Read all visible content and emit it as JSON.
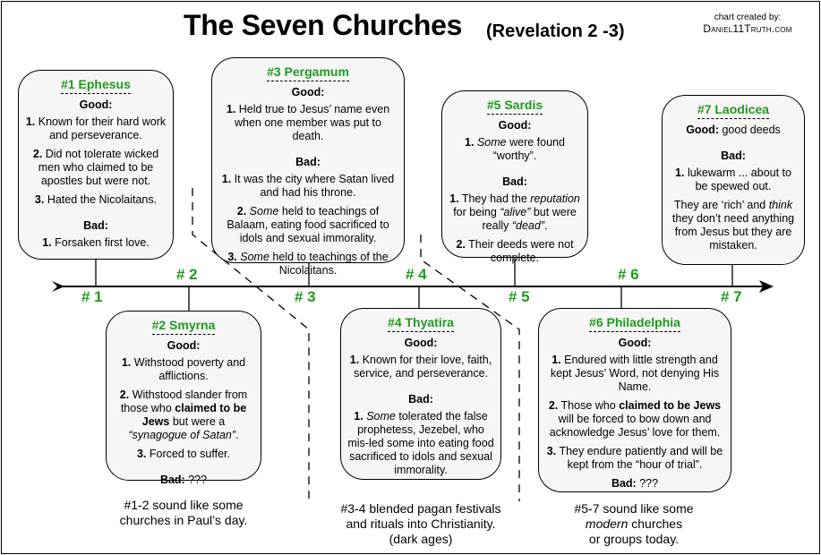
{
  "header": {
    "title": "The Seven Churches",
    "subtitle": "(Revelation 2 -3)",
    "credit_line1": "chart created by:",
    "credit_line2": "Daniel11Truth.com"
  },
  "timeline_numbers": [
    "# 1",
    "# 2",
    "# 3",
    "# 4",
    "# 5",
    "# 6",
    "# 7"
  ],
  "churches": {
    "ephesus": {
      "title": "#1 Ephesus",
      "good_label": "Good:",
      "good": [
        {
          "n": "1.",
          "t": "Known for their hard work and perseverance."
        },
        {
          "n": "2.",
          "t": "Did not tolerate wicked men who claimed to be apostles but were not."
        },
        {
          "n": "3.",
          "t": "Hated the Nicolaitans."
        }
      ],
      "bad_label": "Bad:",
      "bad": [
        {
          "n": "1.",
          "t": "Forsaken first love."
        }
      ]
    },
    "smyrna": {
      "title": "#2 Smyrna",
      "good_label": "Good:",
      "good1_n": "1.",
      "good1_t": "Withstood poverty and afflictions.",
      "good2_n": "2.",
      "good2_a": "Withstood slander from those who",
      "good2_b": "claimed to be Jews",
      "good2_c": "but were a",
      "good2_d": "“synagogue of Satan”",
      "good3_n": "3.",
      "good3_t": "Forced to suffer.",
      "bad_label": "Bad:",
      "bad_value": "???"
    },
    "pergamum": {
      "title": "#3 Pergamum",
      "good_label": "Good:",
      "good1_n": "1.",
      "good1_t": "Held true to Jesus’ name even when one member was put to death.",
      "bad_label": "Bad:",
      "bad1_n": "1.",
      "bad1_t": "It was the city where Satan lived and had his throne.",
      "bad2_n": "2.",
      "bad2_em": "Some",
      "bad2_t": "held to teachings of Balaam, eating food sacrificed to idols and sexual immorality.",
      "bad3_n": "3.",
      "bad3_em": "Some",
      "bad3_t": "held to teachings of the Nicolaitans."
    },
    "thyatira": {
      "title": "#4 Thyatira",
      "good_label": "Good:",
      "good1_n": "1.",
      "good1_t": "Known for their love, faith, service, and perseverance.",
      "bad_label": "Bad:",
      "bad1_n": "1.",
      "bad1_em": "Some",
      "bad1_t": "tolerated the false prophetess, Jezebel, who mis-led some into eating food sacrificed to idols and sexual immorality."
    },
    "sardis": {
      "title": "#5 Sardis",
      "good_label": "Good:",
      "good1_n": "1.",
      "good1_em": "Some",
      "good1_t": "were found “worthy”.",
      "bad_label": "Bad:",
      "bad1_n": "1.",
      "bad1_a": "They had the",
      "bad1_em1": "reputation",
      "bad1_b": "for being",
      "bad1_em2": "“alive”",
      "bad1_c": "but were really",
      "bad1_em3": "“dead”",
      "bad2_n": "2.",
      "bad2_t": "Their deeds were not complete."
    },
    "philadelphia": {
      "title": "#6 Philadelphia",
      "good_label": "Good:",
      "good1_n": "1.",
      "good1_t": "Endured with little strength and kept Jesus’ Word, not denying His Name.",
      "good2_n": "2.",
      "good2_a": "Those who",
      "good2_b": "claimed to be Jews",
      "good2_c": "will be forced to bow down and acknowledge Jesus’ love for them.",
      "good3_n": "3.",
      "good3_t": "They endure patiently and will be kept from the “hour of trial”.",
      "bad_label": "Bad:",
      "bad_value": "???"
    },
    "laodicea": {
      "title": "#7 Laodicea",
      "good_label": "Good:",
      "good_value": "good deeds",
      "bad_label": "Bad:",
      "bad1_n": "1.",
      "bad1_t": "lukewarm ... about to be spewed out.",
      "bad2_a": "They are ‘rich’ and",
      "bad2_em": "think",
      "bad2_b": "they don’t need anything from Jesus but they are mistaken."
    }
  },
  "notes": {
    "group1_line1": "#1-2 sound like some",
    "group1_line2": "churches in Paul’s day.",
    "group2_line1": "#3-4 blended pagan festivals",
    "group2_line2": "and rituals into Christianity.",
    "group2_line3": "(dark ages)",
    "group3_line1": "#5-7 sound like some",
    "group3_em": "modern",
    "group3_line2b": "churches",
    "group3_line3": "or groups today."
  },
  "colors": {
    "accent_green": "#1f9a1f",
    "box_fill": "#f6f6f6",
    "line": "#000000"
  }
}
